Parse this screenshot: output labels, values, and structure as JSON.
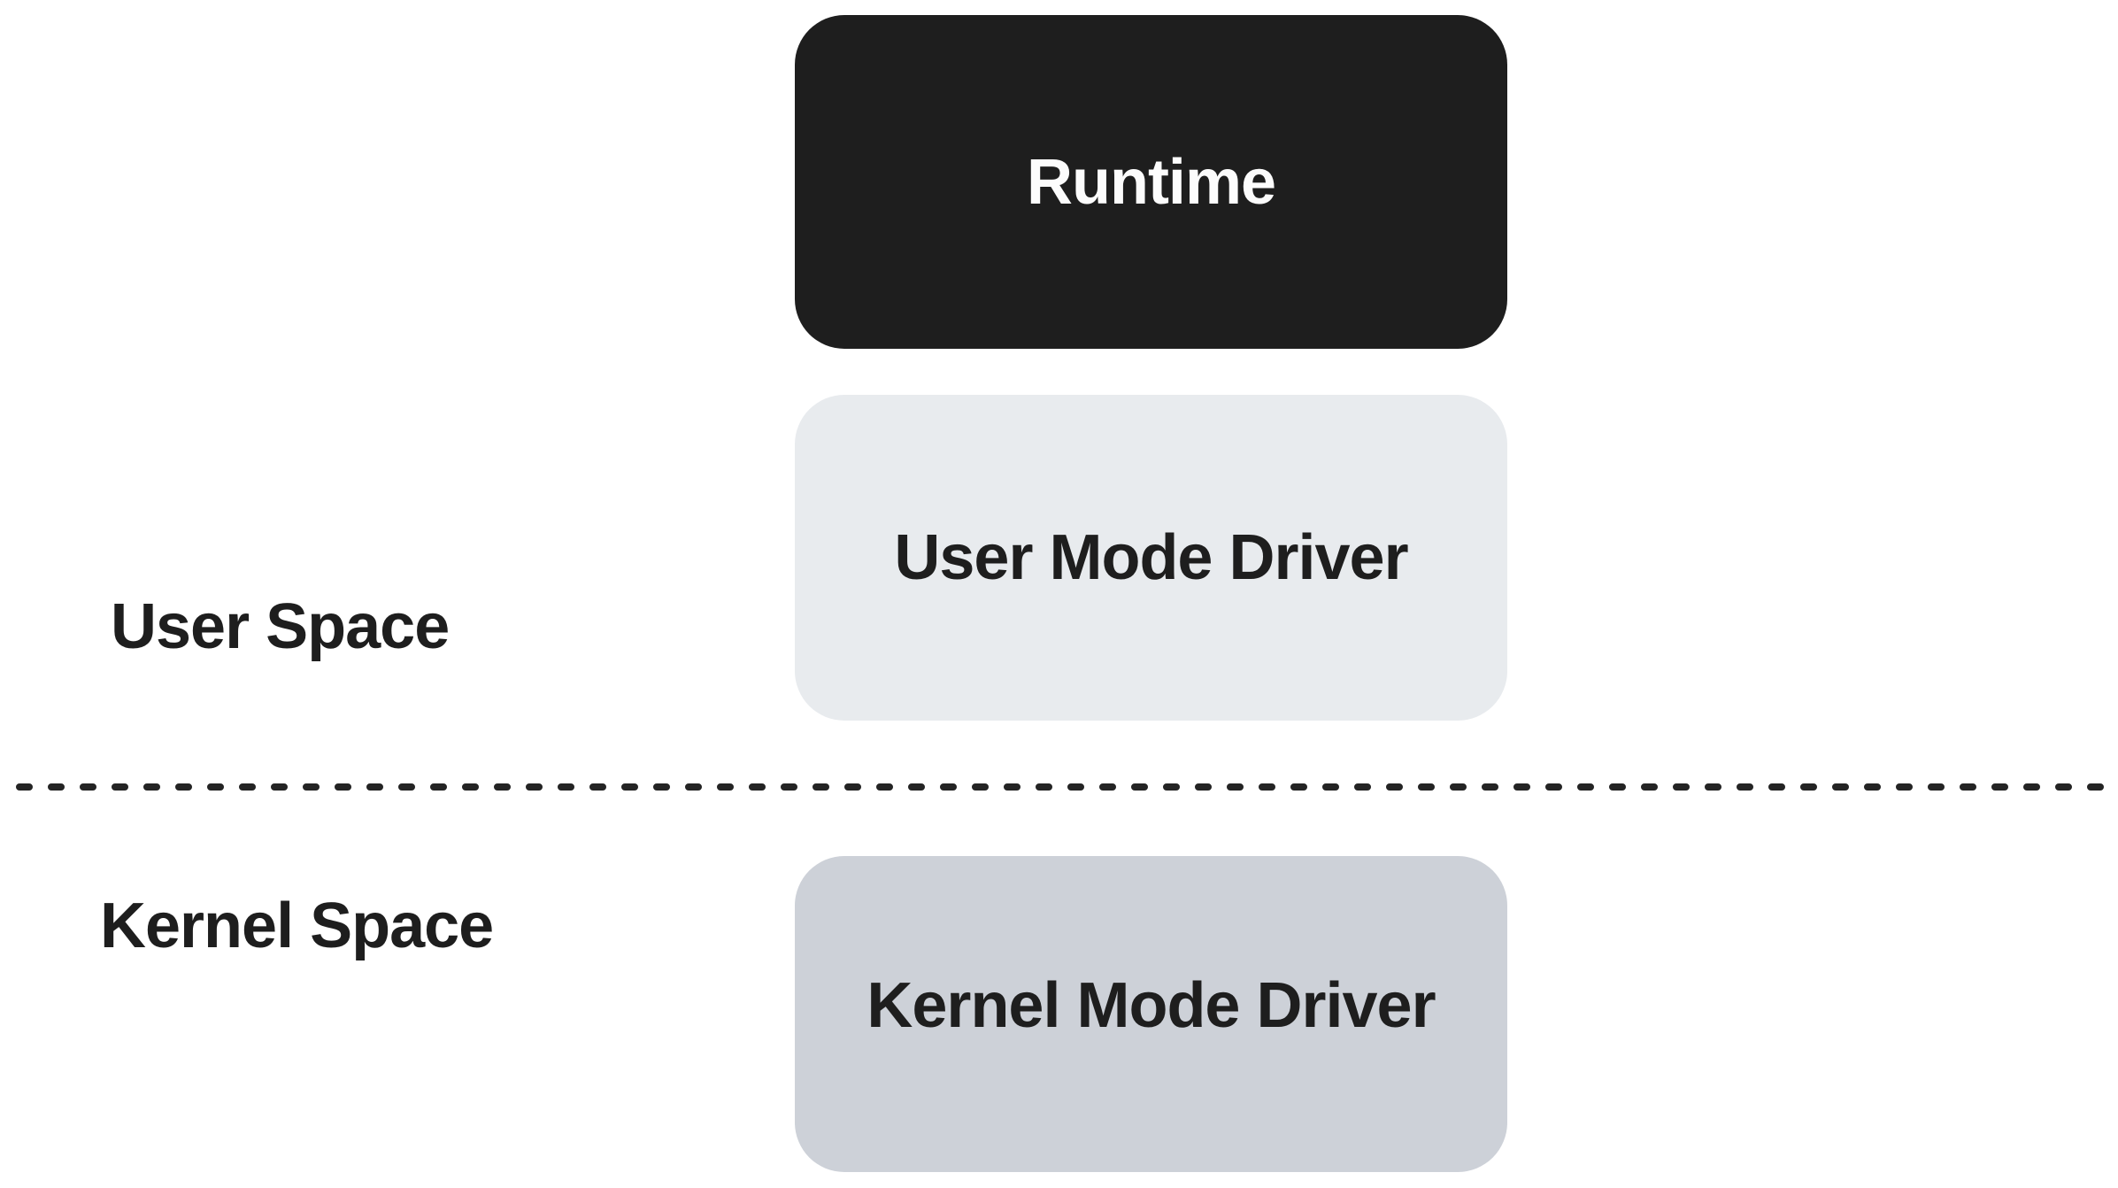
{
  "diagram": {
    "boxes": [
      {
        "id": "runtime",
        "label": "Runtime",
        "bg": "#1e1e1e",
        "text_color": "#fcfcfc"
      },
      {
        "id": "user-mode-driver",
        "label": "User Mode Driver",
        "bg": "#e8ebee",
        "text_color": "#1e1e1e"
      },
      {
        "id": "kernel-mode-driver",
        "label": "Kernel Mode Driver",
        "bg": "#cdd1d8",
        "text_color": "#1e1e1e"
      }
    ],
    "zones": [
      {
        "id": "user-space",
        "label": "User Space"
      },
      {
        "id": "kernel-space",
        "label": "Kernel Space"
      }
    ],
    "divider": {
      "style": "dashed",
      "color": "#242424"
    },
    "background_color": "#ffffff"
  }
}
